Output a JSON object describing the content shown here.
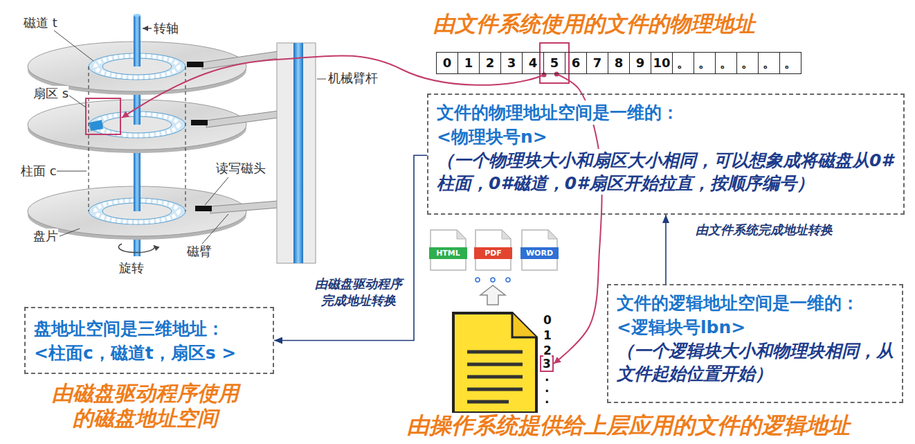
{
  "diagram": {
    "nodes": [
      {
        "text": [
          "0"
        ]
      },
      {
        "text": [
          "1"
        ]
      },
      {
        "text": [
          "2"
        ]
      },
      {
        "text": [
          "3"
        ]
      },
      {
        "text": [
          "4"
        ]
      },
      {
        "text": [
          "5"
        ]
      },
      {
        "text": [
          "6"
        ]
      },
      {
        "text": [
          "7"
        ]
      },
      {
        "text": [
          "8"
        ]
      },
      {
        "text": [
          "9"
        ]
      },
      {
        "text": [
          "10"
        ]
      },
      {
        "text": [
          "。"
        ]
      },
      {
        "text": [
          "。"
        ]
      },
      {
        "text": [
          "。"
        ]
      },
      {
        "text": [
          "。"
        ]
      },
      {
        "text": [
          "。"
        ]
      },
      {
        "text": [
          "。"
        ]
      },
      {
        "text": [
          "文件的物理地址空间是一维的：",
          "<物理块号n>",
          "（一个物理块大小和扇区大小相同，可以想象成将磁盘从0#柱面，0#磁道，0#扇区开始拉直，按顺序编号）"
        ]
      },
      {
        "text": [
          "HTML"
        ]
      },
      {
        "text": [
          "PDF"
        ]
      },
      {
        "text": [
          "WORD"
        ]
      },
      {
        "text": [
          "盘地址空间是三维地址：",
          "<柱面c，磁道t，扇区s >"
        ]
      },
      {
        "text": [
          "3"
        ]
      },
      {
        "text": [
          "文件的逻辑地址空间是一维的：",
          "<逻辑块号lbn>",
          "（一个逻辑块大小和物理块相同，从文件起始位置开始）"
        ]
      }
    ],
    "edges": [
      {
        "from": 5,
        "to": 22,
        "arrow": "to"
      },
      {
        "from": 23,
        "to": 17,
        "label": "由文件系统完成地址转换",
        "arrow": "to"
      },
      {
        "from": 17,
        "to": 21,
        "label": "由磁盘驱动程序完成地址转换",
        "arrow": "to"
      }
    ],
    "labels": [
      "由文件系统使用的文件的物理地址",
      "磁道 t",
      "转轴",
      "扇区 s",
      "机械臂杆",
      "柱面 c",
      "读写磁头",
      "盘片",
      "磁臂",
      "旋转",
      "0",
      "1",
      "2",
      "·",
      "·",
      "·",
      "由磁盘驱动程序使用的磁盘地址空间",
      "由操作系统提供给上层应用的文件的逻辑地址"
    ]
  }
}
